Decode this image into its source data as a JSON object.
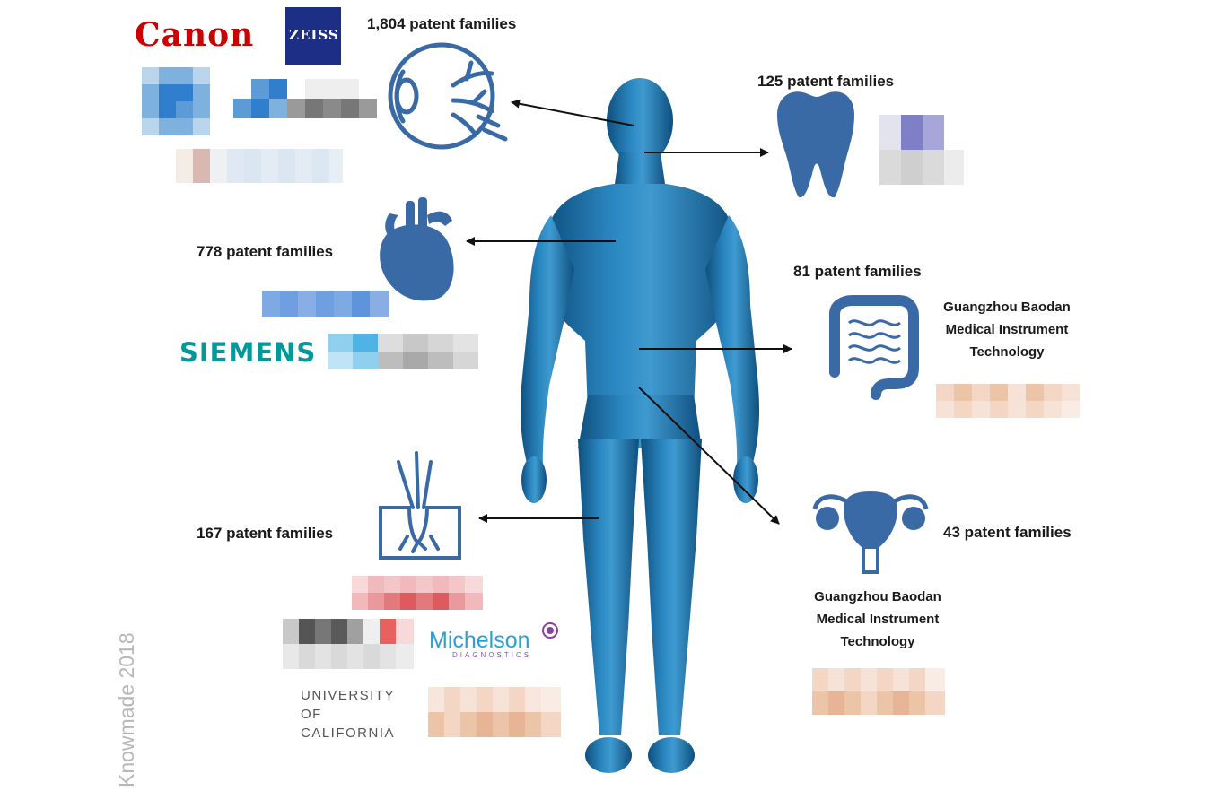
{
  "regions": {
    "eye": {
      "count": "1,804 patent families"
    },
    "teeth": {
      "count": "125 patent families"
    },
    "heart": {
      "count": "778 patent families"
    },
    "gut": {
      "count": "81 patent families",
      "org": [
        "Guangzhou Baodan",
        "Medical Instrument",
        "Technology"
      ]
    },
    "skin": {
      "count": "167 patent families"
    },
    "uterus": {
      "count": "43 patent families",
      "org": [
        "Guangzhou Baodan",
        "Medical Instrument",
        "Technology"
      ]
    }
  },
  "logos": {
    "canon": "Canon",
    "zeiss": "ZEISS",
    "siemens": "SIEMENS",
    "michelson": "Michelson",
    "michelson_sub": "DIAGNOSTICS",
    "university": [
      "UNIVERSITY",
      "OF",
      "CALIFORNIA"
    ]
  },
  "watermark": "Knowmade 2018",
  "colors": {
    "icon": "#3a6aa6",
    "body_dark": "#0f4f7e",
    "body_mid": "#1b6fa3",
    "body_light": "#3f9ad0",
    "arrow": "#111111"
  },
  "icons": [
    "eye-icon",
    "tooth-icon",
    "heart-icon",
    "intestine-icon",
    "skin-hair-icon",
    "uterus-icon"
  ]
}
